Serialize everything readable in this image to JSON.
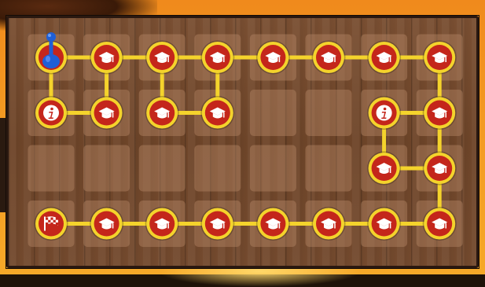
{
  "board": {
    "rows": 4,
    "cols": 8,
    "player": {
      "row": 0,
      "col": 0,
      "color": "#1f5fd6"
    },
    "colors": {
      "path": "#f4d32c",
      "node_fill": "#c4261b",
      "node_ring": "#f4d32c",
      "tile": "#b98a6a"
    },
    "nodes": [
      {
        "row": 0,
        "col": 0,
        "icon": "start-icon"
      },
      {
        "row": 0,
        "col": 1,
        "icon": "graduation-cap-icon"
      },
      {
        "row": 0,
        "col": 2,
        "icon": "graduation-cap-icon"
      },
      {
        "row": 0,
        "col": 3,
        "icon": "graduation-cap-icon"
      },
      {
        "row": 0,
        "col": 4,
        "icon": "graduation-cap-icon"
      },
      {
        "row": 0,
        "col": 5,
        "icon": "graduation-cap-icon"
      },
      {
        "row": 0,
        "col": 6,
        "icon": "graduation-cap-icon"
      },
      {
        "row": 0,
        "col": 7,
        "icon": "graduation-cap-icon"
      },
      {
        "row": 1,
        "col": 0,
        "icon": "info-icon"
      },
      {
        "row": 1,
        "col": 1,
        "icon": "graduation-cap-icon"
      },
      {
        "row": 1,
        "col": 2,
        "icon": "graduation-cap-icon"
      },
      {
        "row": 1,
        "col": 3,
        "icon": "graduation-cap-icon"
      },
      {
        "row": 1,
        "col": 6,
        "icon": "info-icon"
      },
      {
        "row": 1,
        "col": 7,
        "icon": "graduation-cap-icon"
      },
      {
        "row": 2,
        "col": 6,
        "icon": "graduation-cap-icon"
      },
      {
        "row": 2,
        "col": 7,
        "icon": "graduation-cap-icon"
      },
      {
        "row": 3,
        "col": 0,
        "icon": "finish-flag-icon"
      },
      {
        "row": 3,
        "col": 1,
        "icon": "graduation-cap-icon"
      },
      {
        "row": 3,
        "col": 2,
        "icon": "graduation-cap-icon"
      },
      {
        "row": 3,
        "col": 3,
        "icon": "graduation-cap-icon"
      },
      {
        "row": 3,
        "col": 4,
        "icon": "graduation-cap-icon"
      },
      {
        "row": 3,
        "col": 5,
        "icon": "graduation-cap-icon"
      },
      {
        "row": 3,
        "col": 6,
        "icon": "graduation-cap-icon"
      },
      {
        "row": 3,
        "col": 7,
        "icon": "graduation-cap-icon"
      }
    ],
    "edges": [
      [
        [
          0,
          0
        ],
        [
          0,
          1
        ]
      ],
      [
        [
          0,
          1
        ],
        [
          0,
          2
        ]
      ],
      [
        [
          0,
          2
        ],
        [
          0,
          3
        ]
      ],
      [
        [
          0,
          3
        ],
        [
          0,
          4
        ]
      ],
      [
        [
          0,
          4
        ],
        [
          0,
          5
        ]
      ],
      [
        [
          0,
          5
        ],
        [
          0,
          6
        ]
      ],
      [
        [
          0,
          6
        ],
        [
          0,
          7
        ]
      ],
      [
        [
          0,
          0
        ],
        [
          1,
          0
        ]
      ],
      [
        [
          1,
          0
        ],
        [
          1,
          1
        ]
      ],
      [
        [
          0,
          1
        ],
        [
          1,
          1
        ]
      ],
      [
        [
          0,
          2
        ],
        [
          1,
          2
        ]
      ],
      [
        [
          1,
          2
        ],
        [
          1,
          3
        ]
      ],
      [
        [
          0,
          3
        ],
        [
          1,
          3
        ]
      ],
      [
        [
          0,
          7
        ],
        [
          1,
          7
        ]
      ],
      [
        [
          1,
          6
        ],
        [
          1,
          7
        ]
      ],
      [
        [
          1,
          6
        ],
        [
          2,
          6
        ]
      ],
      [
        [
          2,
          6
        ],
        [
          2,
          7
        ]
      ],
      [
        [
          1,
          7
        ],
        [
          2,
          7
        ]
      ],
      [
        [
          2,
          7
        ],
        [
          3,
          7
        ]
      ],
      [
        [
          3,
          0
        ],
        [
          3,
          1
        ]
      ],
      [
        [
          3,
          1
        ],
        [
          3,
          2
        ]
      ],
      [
        [
          3,
          2
        ],
        [
          3,
          3
        ]
      ],
      [
        [
          3,
          3
        ],
        [
          3,
          4
        ]
      ],
      [
        [
          3,
          4
        ],
        [
          3,
          5
        ]
      ],
      [
        [
          3,
          5
        ],
        [
          3,
          6
        ]
      ],
      [
        [
          3,
          6
        ],
        [
          3,
          7
        ]
      ]
    ]
  }
}
